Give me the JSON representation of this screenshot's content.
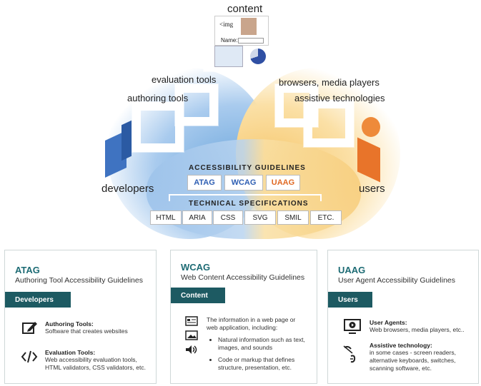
{
  "diagram": {
    "content_label": "content",
    "evaluation_tools": "evaluation tools",
    "authoring_tools": "authoring tools",
    "browsers_media_players": "browsers, media players",
    "assistive_technologies": "assistive technologies",
    "developers": "developers",
    "users": "users",
    "accessibility_guidelines": "ACCESSIBILITY GUIDELINES",
    "guidelines": [
      {
        "label": "ATAG",
        "color": "#2f5fb3"
      },
      {
        "label": "WCAG",
        "color": "#2f5fb3"
      },
      {
        "label": "UAAG",
        "color": "#e06a25"
      }
    ],
    "technical_specifications": "TECHNICAL SPECIFICATIONS",
    "specs": [
      "HTML",
      "ARIA",
      "CSS",
      "SVG",
      "SMIL",
      "ETC."
    ],
    "content_thumb": {
      "img_tag": "<img",
      "name_label": "Name:"
    }
  },
  "cards": [
    {
      "title": "ATAG",
      "subtitle": "Authoring Tool Accessibility Guidelines",
      "pill": "Developers",
      "items": [
        {
          "icon": "edit-icon",
          "title": "Authoring Tools:",
          "desc": "Software that creates websites"
        },
        {
          "icon": "code-icon",
          "title": "Evaluation Tools:",
          "desc": "Web accessibility evaluation tools, HTML validators, CSS validators, etc."
        }
      ]
    },
    {
      "title": "WCAG",
      "subtitle": "Web Content Accessibility Guidelines",
      "pill": "Content",
      "intro": "The information in a web page or web application, including:",
      "bullets": [
        "Natural information such as text, images, and sounds",
        "Code or markup that defines structure, presentation, etc."
      ]
    },
    {
      "title": "UAAG",
      "subtitle": "User Agent Accessibility Guidelines",
      "pill": "Users",
      "items": [
        {
          "icon": "monitor-play-icon",
          "title": "User Agents:",
          "desc": "Web browsers, media players, etc.."
        },
        {
          "icon": "assistive-icon",
          "title": "Assistive technology:",
          "desc": "in some cases - screen readers, alternative keyboards, switches, scanning software, etc."
        }
      ]
    }
  ]
}
